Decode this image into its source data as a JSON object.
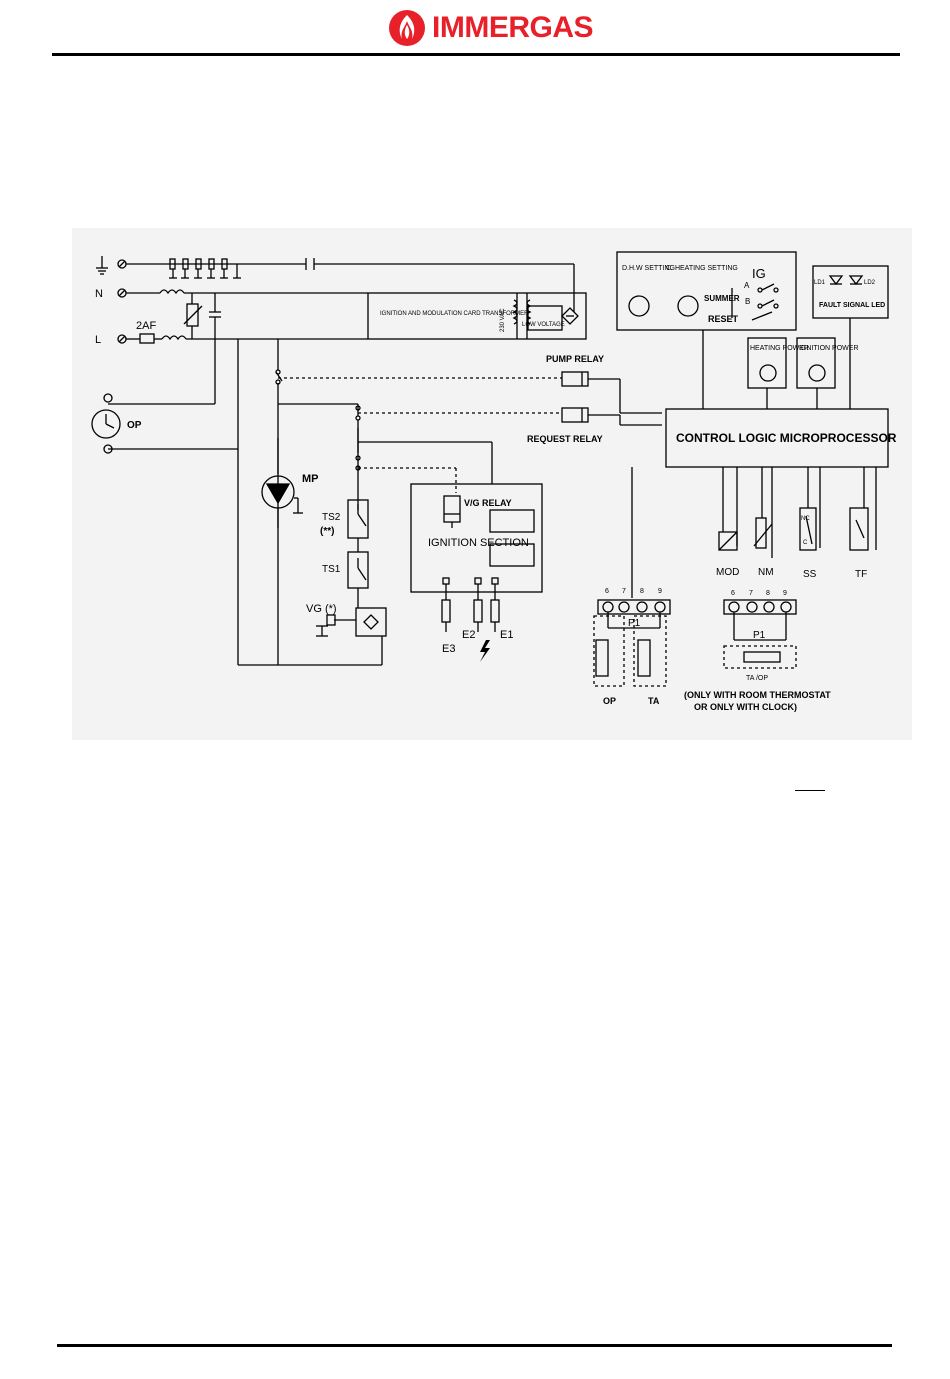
{
  "header": {
    "brand": "IMMERGAS",
    "accent_color": "#e8202a"
  },
  "diagram": {
    "left_labels": {
      "ground": "⏚",
      "neutral": "N",
      "line": "L",
      "fuse": "2AF",
      "clock": "OP"
    },
    "transformer": {
      "title": "IGNITION AND MODULATION CARD TRANSFORMER",
      "voltage": "230 VAC",
      "low_voltage": "LOW VOLTAGE"
    },
    "relays": {
      "pump": "PUMP RELAY",
      "request": "REQUEST RELAY"
    },
    "controls": {
      "dhw": "D.H.W SETTING",
      "heating": "C. HEATING SETTING",
      "ig": "IG",
      "a": "A",
      "b": "B",
      "summer": "SUMMER",
      "reset": "RESET"
    },
    "fault": {
      "ld1": "LD1",
      "ld2": "LD2",
      "label": "FAULT SIGNAL LED"
    },
    "power": {
      "heating": "HEATING POWER",
      "ignition": "IGNITION POWER"
    },
    "cpu": "CONTROL LOGIC MICROPROCESSOR",
    "pump": "MP",
    "thermostats": {
      "ts2": "TS2",
      "ts2_note": "(**)",
      "ts1": "TS1",
      "vg": "VG (*)"
    },
    "ignition": {
      "vg_relay": "V/G RELAY",
      "section": "IGNITION SECTION",
      "e1": "E1",
      "e2": "E2",
      "e3": "E3"
    },
    "sensors": {
      "mod": "MOD",
      "nm": "NM",
      "ss": "SS",
      "tf": "TF",
      "nc": "NC",
      "c": "C"
    },
    "terminals": [
      "6",
      "7",
      "8",
      "9"
    ],
    "p1": "P1",
    "bottom": {
      "op": "OP",
      "ta": "TA",
      "taop": "TA /OP",
      "note_line1": "(ONLY WITH ROOM THERMOSTAT",
      "note_line2": "OR ONLY WITH CLOCK)"
    }
  }
}
